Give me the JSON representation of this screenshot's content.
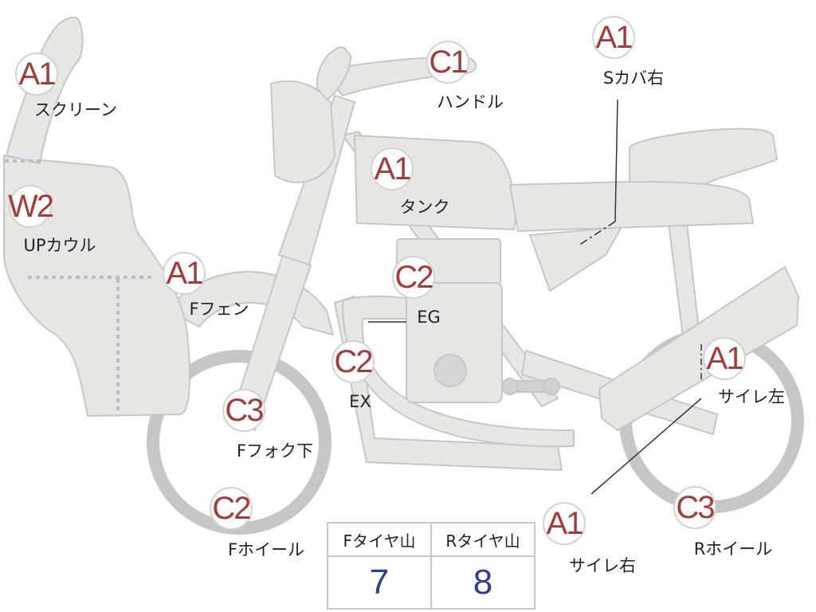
{
  "colors": {
    "body_fill": "#e6e6e3",
    "outline": "#c6c6c6",
    "code_text": "#a43c3c",
    "value_text": "#2c3e8c"
  },
  "parts": [
    {
      "id": "screen",
      "code": "A1",
      "label": "スクリーン"
    },
    {
      "id": "handle",
      "code": "C1",
      "label": "ハンドル"
    },
    {
      "id": "side-cover-right",
      "code": "A1",
      "label": "Sカバ右"
    },
    {
      "id": "tank",
      "code": "A1",
      "label": "タンク"
    },
    {
      "id": "upper-cowl",
      "code": "W2",
      "label": "UPカウル"
    },
    {
      "id": "front-fender",
      "code": "A1",
      "label": "Fフェン"
    },
    {
      "id": "engine",
      "code": "C2",
      "label": "EG"
    },
    {
      "id": "exhaust",
      "code": "C2",
      "label": "EX"
    },
    {
      "id": "silencer-left",
      "code": "A1",
      "label": "サイレ左"
    },
    {
      "id": "front-fork-lower",
      "code": "C3",
      "label": "Fフォク下"
    },
    {
      "id": "front-wheel",
      "code": "C2",
      "label": "Fホイール"
    },
    {
      "id": "silencer-right",
      "code": "A1",
      "label": "サイレ右"
    },
    {
      "id": "rear-wheel",
      "code": "C3",
      "label": "Rホイール"
    }
  ],
  "tire_table": {
    "headers": [
      "Fタイヤ山",
      "Rタイヤ山"
    ],
    "values": [
      "7",
      "8"
    ]
  }
}
